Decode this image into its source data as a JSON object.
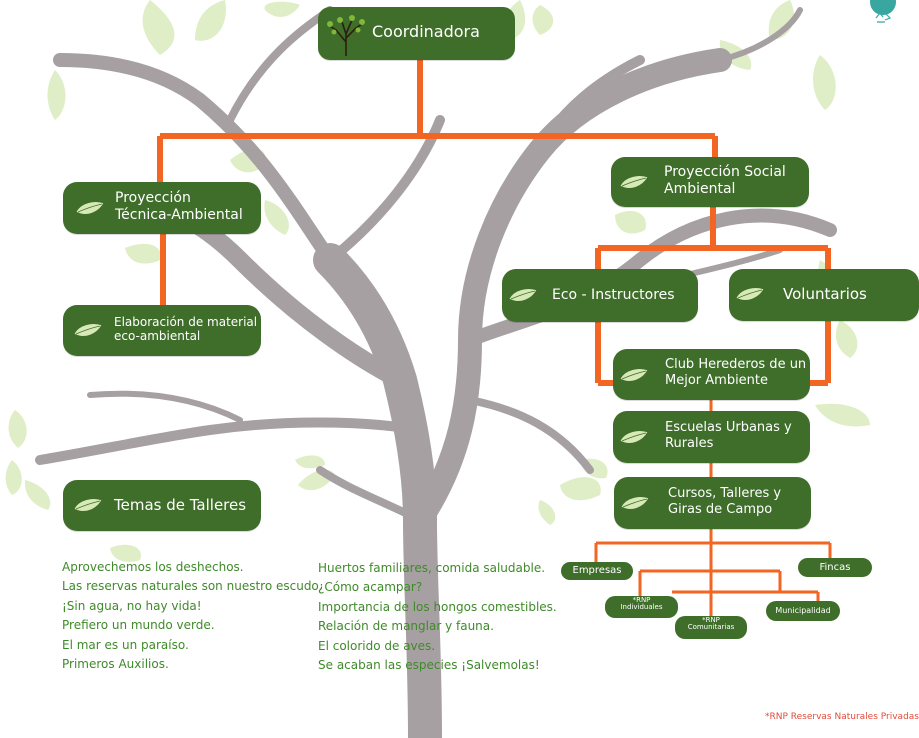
{
  "colors": {
    "box": "#3f6e2a",
    "connector": "#f26522",
    "branch": "#a6a0a2",
    "leaf": "#d8e9b8",
    "list_text": "#3f8a2a",
    "footnote": "#e34b3b"
  },
  "nodes": {
    "coordinadora": "Coordinadora",
    "proyeccion_tecnica": [
      "Proyección",
      "Técnica-Ambiental"
    ],
    "proyeccion_social": [
      "Proyección Social",
      "Ambiental"
    ],
    "elaboracion": [
      "Elaboración de material",
      "eco-ambiental"
    ],
    "temas": "Temas de Talleres",
    "eco_instructores": "Eco - Instructores",
    "voluntarios": "Voluntarios",
    "club": [
      "Club Herederos de un",
      "Mejor Ambiente"
    ],
    "escuelas": [
      "Escuelas Urbanas y",
      "Rurales"
    ],
    "cursos": [
      "Cursos, Talleres y",
      "Giras de Campo"
    ],
    "empresas": "Empresas",
    "fincas": "Fincas",
    "rnp_individuales": [
      "*RNP",
      "Individuales"
    ],
    "rnp_comunitarias": [
      "*RNP",
      "Comunitarias"
    ],
    "municipalidad": "Municipalidad"
  },
  "temas_list_1": [
    "Aprovechemos los deshechos.",
    "Las reservas naturales son nuestro escudo.",
    "¡Sin agua, no hay vida!",
    "Prefiero un mundo verde.",
    "El mar es un paraíso.",
    "Primeros Auxilios."
  ],
  "temas_list_2": [
    "Huertos familiares, comida saludable.",
    "¿Cómo acampar?",
    "Importancia de los hongos comestibles.",
    "Relación de manglar y fauna.",
    "El colorido de aves.",
    "Se acaban las especies ¡Salvemolas!"
  ],
  "footnote": "*RNP Reservas Naturales Privadas",
  "icons": [
    "tree-icon",
    "leaf-icon",
    "globe-recycle-icon"
  ]
}
